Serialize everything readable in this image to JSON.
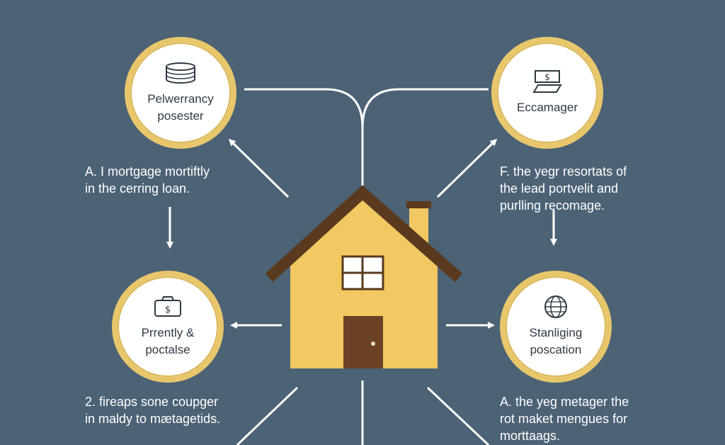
{
  "colors": {
    "background": "#4c6275",
    "node_ring": "#e8c76c",
    "node_fill": "#ffffff",
    "house_wall": "#f2c862",
    "house_roof": "#5a3a1e",
    "door": "#6b4226",
    "connector": "#ffffff"
  },
  "nodes": [
    {
      "id": "top-left",
      "icon": "coin-stack-icon",
      "label": "Pelwerrancy\nposester"
    },
    {
      "id": "top-right",
      "icon": "banknote-icon",
      "label": "Eccamager"
    },
    {
      "id": "mid-left",
      "icon": "money-bag-icon",
      "label": "Prrently &\npoctalse"
    },
    {
      "id": "mid-right",
      "icon": "globe-icon",
      "label": "Stanliging\nposcation"
    }
  ],
  "captions": [
    {
      "id": "caption-top-left",
      "text": "A. I mortgage mortiftly\nin the cerring loan."
    },
    {
      "id": "caption-top-right",
      "text": "F. the yegr resortats of\nthe lead portvelit and\npurlling recomage."
    },
    {
      "id": "caption-bottom-left",
      "text": "2. fireaps sone coupger\nin maldy to mætagetids."
    },
    {
      "id": "caption-bottom-right",
      "text": "A. the yeg metager the\nrot maket mengues for\nmorttaags."
    }
  ],
  "center": {
    "icon": "house-icon"
  }
}
